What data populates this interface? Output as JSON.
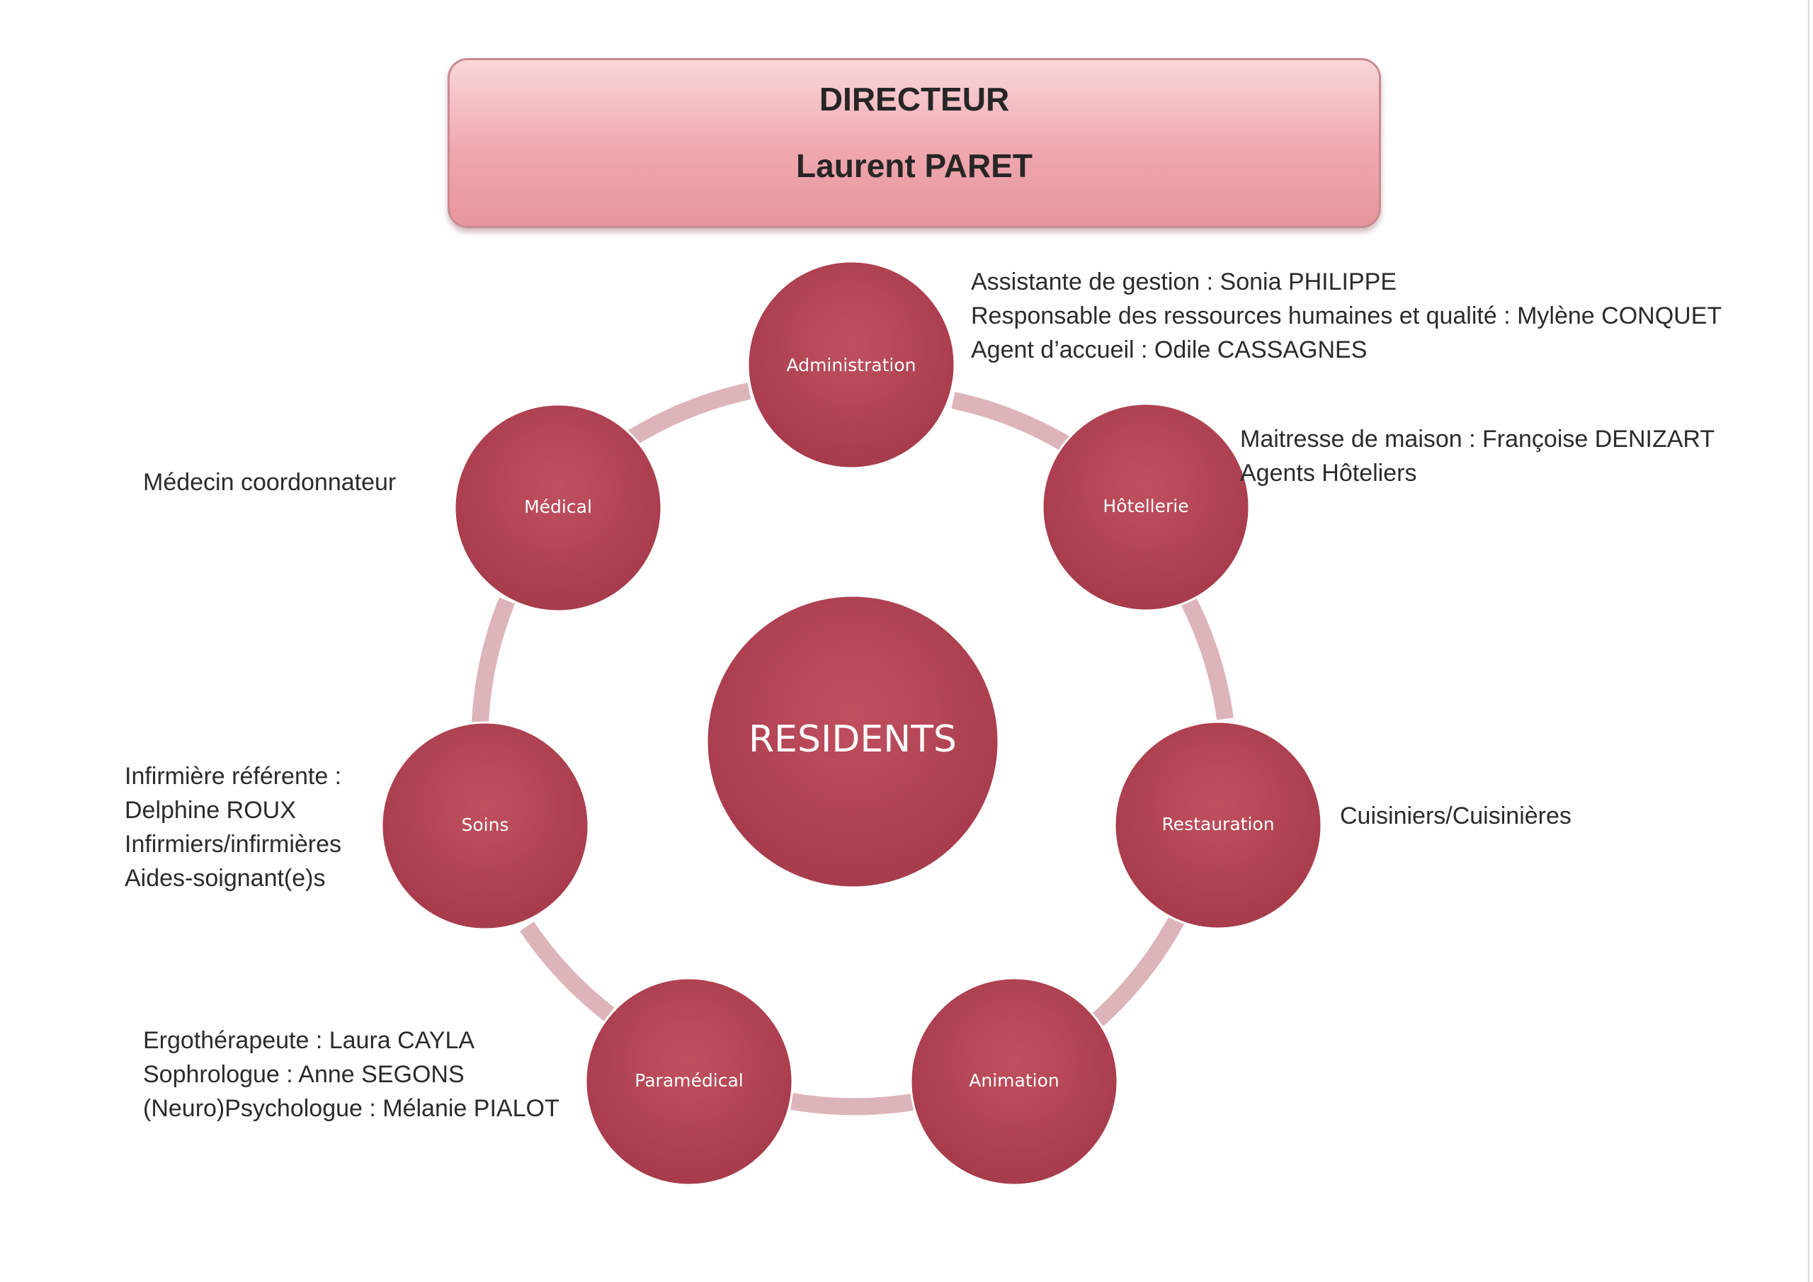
{
  "director": {
    "title": "DIRECTEUR",
    "name": "Laurent PARET"
  },
  "center": {
    "label": "RESIDENTS"
  },
  "services": [
    {
      "id": "administration",
      "label": "Administration"
    },
    {
      "id": "hotellerie",
      "label": "Hôtellerie"
    },
    {
      "id": "restauration",
      "label": "Restauration"
    },
    {
      "id": "animation",
      "label": "Animation"
    },
    {
      "id": "paramedical",
      "label": "Paramédical"
    },
    {
      "id": "soins",
      "label": "Soins"
    },
    {
      "id": "medical",
      "label": "Médical"
    }
  ],
  "notes": {
    "administration": [
      "Assistante de gestion : Sonia PHILIPPE",
      "Responsable des ressources humaines et qualité : Mylène CONQUET",
      "Agent d’accueil : Odile CASSAGNES"
    ],
    "hotellerie": [
      "Maitresse de maison : Françoise DENIZART",
      "Agents Hôteliers"
    ],
    "restauration": [
      "Cuisiniers/Cuisinières"
    ],
    "paramedical": [
      "Ergothérapeute : Laura CAYLA",
      "Sophrologue : Anne SEGONS",
      "(Neuro)Psychologue : Mélanie PIALOT"
    ],
    "soins": [
      "Infirmière référente :",
      "Delphine ROUX",
      "Infirmiers/infirmières",
      "Aides-soignant(e)s"
    ],
    "medical": [
      "Médecin coordonnateur"
    ]
  },
  "colors": {
    "node": "#b54656",
    "node_dark": "#a43a4a",
    "connector": "#ddb4ba",
    "director_fill": "#efa7ae"
  }
}
